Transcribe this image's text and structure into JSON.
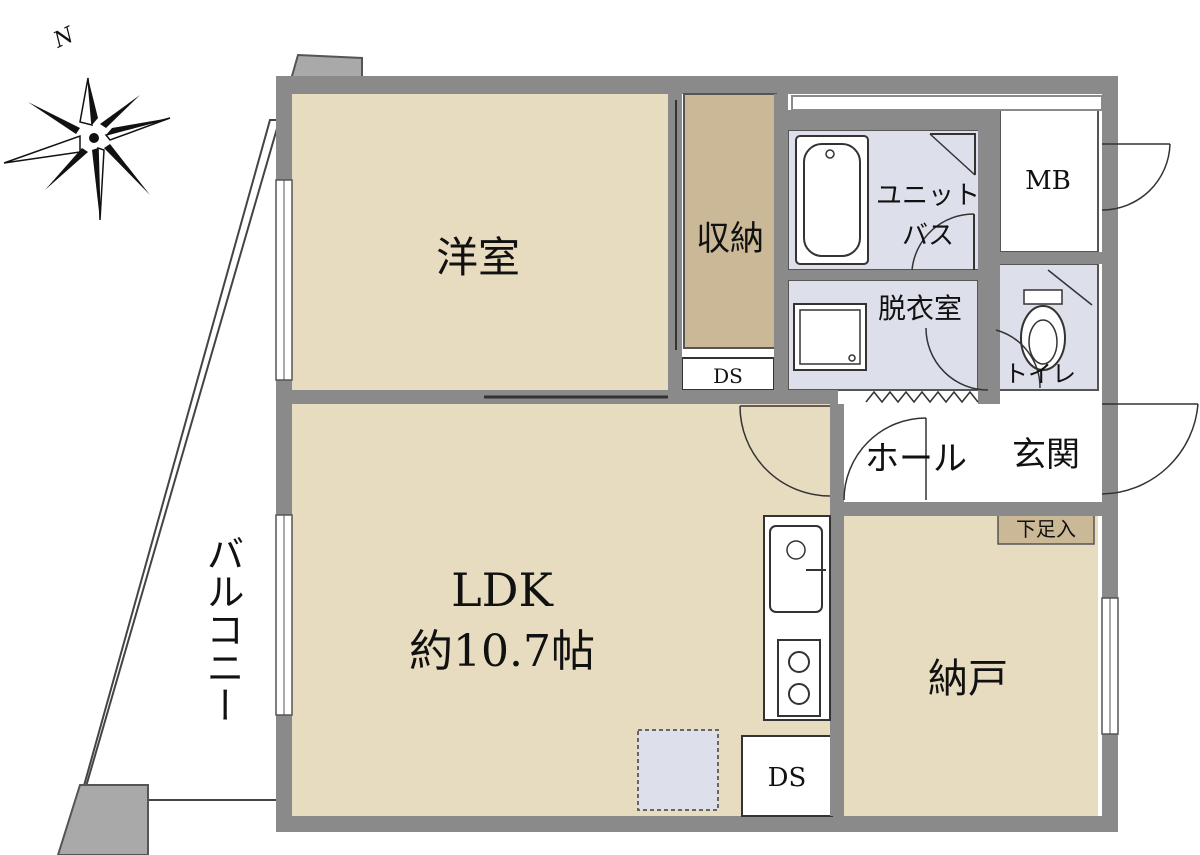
{
  "compass": {
    "north_label": "N"
  },
  "rooms": {
    "western_room": "洋室",
    "storage": "収納",
    "ds_upper": "DS",
    "unit_bath_line1": "ユニット",
    "unit_bath_line2": "バス",
    "mb": "MB",
    "dressing_room": "脱衣室",
    "toilet": "トイレ",
    "hall": "ホール",
    "entrance": "玄関",
    "shoe_box": "下足入",
    "ldk": "LDK",
    "ldk_size": "約10.7帖",
    "closet": "納戸",
    "ds_lower": "DS",
    "balcony": "バルコニー"
  },
  "colors": {
    "room_fill": "#e8dcc0",
    "storage_fill": "#cbb896",
    "wet_fill": "#dde0ea",
    "wall": "#8a8a8a",
    "column": "#a9a9a9",
    "line": "#333333"
  }
}
